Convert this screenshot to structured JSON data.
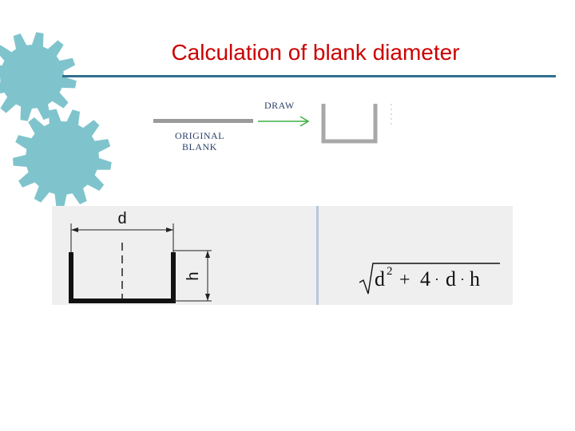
{
  "slide": {
    "title": "Calculation of blank diameter",
    "accent_color": "#cc0000",
    "rule_color": "#2f6f8f",
    "gear_color": "#7fc4cc"
  },
  "drawing": {
    "arrow_label": "DRAW",
    "blank_label_line1": "ORIGINAL",
    "blank_label_line2": "BLANK",
    "arrow_color": "#3cb043"
  },
  "cup_diagram": {
    "diameter_label": "d",
    "height_label": "h"
  },
  "formula": {
    "d_symbol": "d",
    "exponent": "2",
    "plus": "+",
    "coefficient": "4",
    "dot": "·",
    "d_symbol_2": "d",
    "h_symbol": "h"
  }
}
